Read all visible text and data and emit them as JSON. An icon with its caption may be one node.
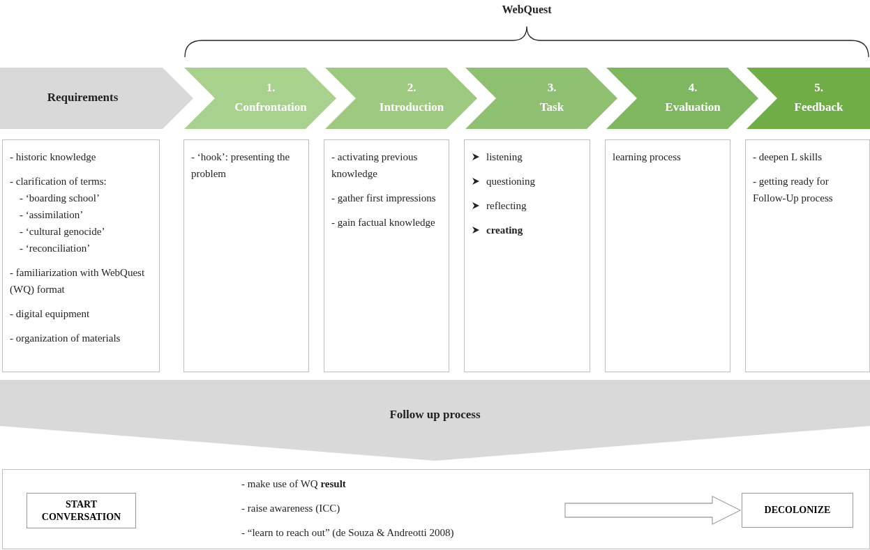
{
  "diagram": {
    "nodes": [
      {
        "text": [
          "Requirements"
        ]
      },
      {
        "text": [
          "1.",
          "Confrontation"
        ]
      },
      {
        "text": [
          "2.",
          "Introduction"
        ]
      },
      {
        "text": [
          "3.",
          "Task"
        ]
      },
      {
        "text": [
          "4.",
          "Evaluation"
        ]
      },
      {
        "text": [
          "5.",
          "Feedback"
        ]
      },
      {
        "text": [
          "- historic knowledge",
          "- clarification of terms:",
          "- ‘boarding school’",
          "- ‘assimilation’",
          "- ‘cultural genocide’",
          "- ‘reconciliation’",
          "- familiarization with WebQuest (WQ) format",
          "- digital equipment",
          "- organization of materials"
        ]
      },
      {
        "text": [
          "- ‘hook’: presenting the problem"
        ]
      },
      {
        "text": [
          "- activating previous knowledge",
          "- gather first impressions",
          "- gain factual knowledge"
        ]
      },
      {
        "text": [
          "listening",
          "questioning",
          "reflecting",
          "creating"
        ]
      },
      {
        "text": [
          "learning process"
        ]
      },
      {
        "text": [
          "- deepen L skills",
          "- getting ready for Follow-Up process"
        ]
      },
      {
        "text": [
          "Follow up process"
        ]
      },
      {
        "text": [
          "- make use of WQ **result**",
          "- raise awareness (ICC)",
          "- “learn to reach out” (de Souza & Andreotti 2008)"
        ]
      },
      {
        "text": [
          "START CONVERSATION"
        ],
        "in": 13
      },
      {
        "text": [
          "DECOLONIZE"
        ],
        "in": 13
      }
    ],
    "edges": [
      {
        "from": null,
        "to": 15,
        "arrow": "to"
      }
    ],
    "labels": [
      "WebQuest"
    ]
  }
}
